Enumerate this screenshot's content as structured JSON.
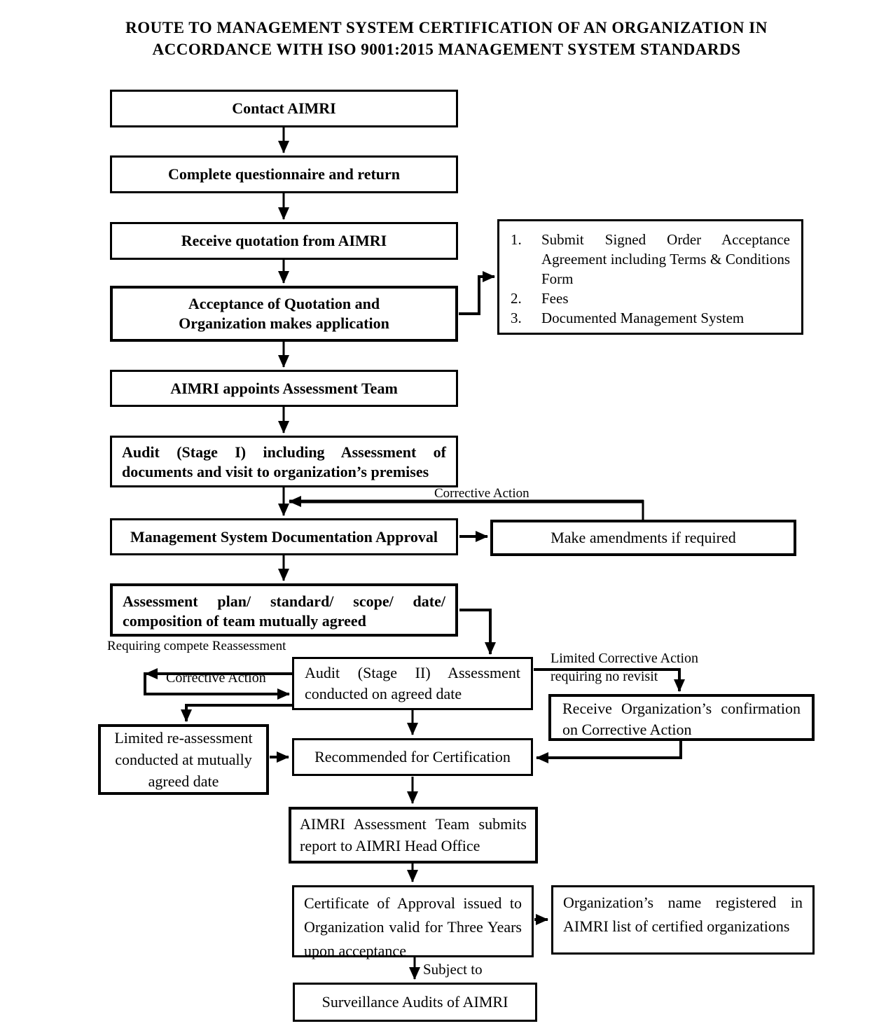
{
  "title": {
    "line1": "ROUTE TO MANAGEMENT SYSTEM CERTIFICATION OF AN ORGANIZATION IN",
    "line2": "ACCORDANCE WITH ISO 9001:2015 MANAGEMENT SYSTEM STANDARDS"
  },
  "colors": {
    "ink": "#000000",
    "background": "#ffffff"
  },
  "nodes": {
    "contact": {
      "text": "Contact AIMRI"
    },
    "questionnaire": {
      "text": "Complete questionnaire and return"
    },
    "quotation": {
      "text": "Receive quotation from AIMRI"
    },
    "acceptance": {
      "text": "Acceptance of Quotation and Organization makes application"
    },
    "requirements": {
      "items": [
        {
          "num": "1.",
          "text": "Submit Signed Order Acceptance Agreement including Terms & Conditions Form"
        },
        {
          "num": "2.",
          "text": "Fees"
        },
        {
          "num": "3.",
          "text": "Documented Management System"
        }
      ]
    },
    "appoints": {
      "text": "AIMRI appoints Assessment Team"
    },
    "audit_stage1": {
      "text": "Audit (Stage I) including Assessment of documents and visit to organization’s premises"
    },
    "doc_approval": {
      "text": "Management System Documentation Approval"
    },
    "amendments": {
      "text": "Make amendments if required"
    },
    "plan": {
      "text": "Assessment plan/ standard/ scope/ date/ composition of team mutually agreed"
    },
    "audit_stage2": {
      "text": "Audit (Stage II) Assessment conducted on agreed date"
    },
    "limited_reassessment": {
      "text": "Limited re-assessment conducted at mutually agreed date"
    },
    "receive_confirmation": {
      "text": "Receive Organization’s confirmation on Corrective Action"
    },
    "recommended": {
      "text": "Recommended for Certification"
    },
    "report": {
      "text": "AIMRI Assessment Team submits report to AIMRI Head Office"
    },
    "certificate": {
      "text": "Certificate of Approval issued to Organization valid for Three Years upon acceptance"
    },
    "registered": {
      "text": "Organization’s name registered in AIMRI list of certified organizations"
    },
    "surveillance": {
      "text": "Surveillance Audits of AIMRI"
    }
  },
  "labels": {
    "corrective_action_top": "Corrective Action",
    "requiring_reassessment": "Requiring compete Reassessment",
    "corrective_action_left": "Corrective Action",
    "limited_corrective_line1": "Limited Corrective Action",
    "limited_corrective_line2": "requiring no revisit",
    "subject_to": "Subject to"
  }
}
